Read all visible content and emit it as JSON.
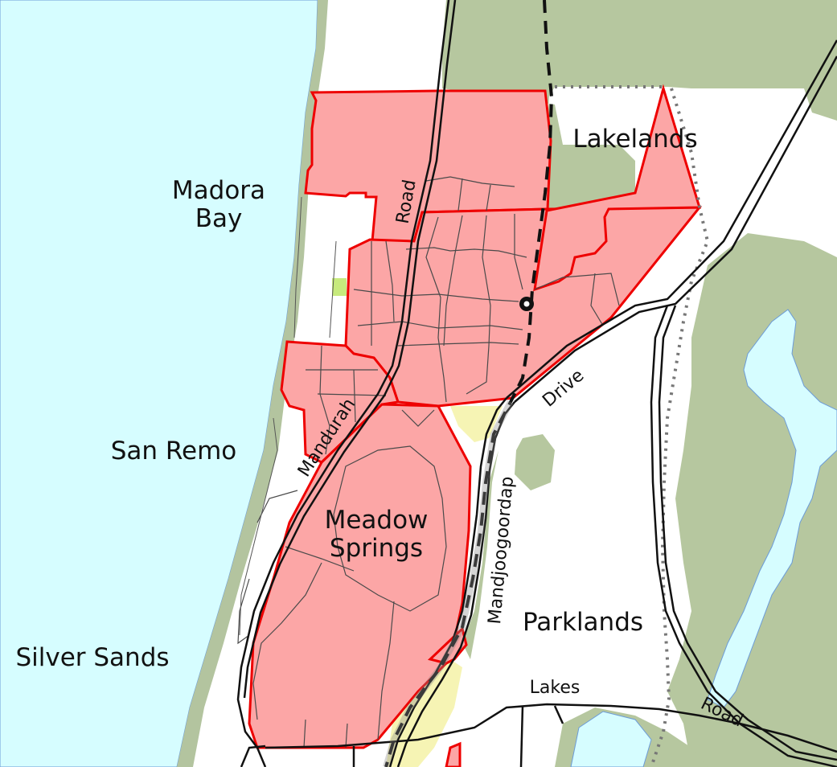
{
  "map": {
    "colors": {
      "water": "#d6fdff",
      "shore": "#b3c49f",
      "green": "#b6c79f",
      "suburb_fill": "#fca6a6",
      "suburb_border": "#ee0000",
      "industrial": "#f6f4b4",
      "park_highlight": "#c7ea7d",
      "road": "#111111",
      "minor_street": "#4a4a4a",
      "dotted_boundary": "#777777"
    },
    "icons": [
      "station-icon"
    ],
    "labels": {
      "madora_line1": "Madora",
      "madora_line2": "Bay",
      "lakelands": "Lakelands",
      "san_remo": "San Remo",
      "meadow_line1": "Meadow",
      "meadow_line2": "Springs",
      "silver_sands": "Silver Sands",
      "parklands": "Parklands"
    },
    "road_labels": {
      "mandurah": "Mandurah",
      "road_north": "Road",
      "drive": "Drive",
      "mandjoogoordap": "Mandjoogoordap",
      "lakes": "Lakes",
      "road_south": "Road"
    }
  }
}
